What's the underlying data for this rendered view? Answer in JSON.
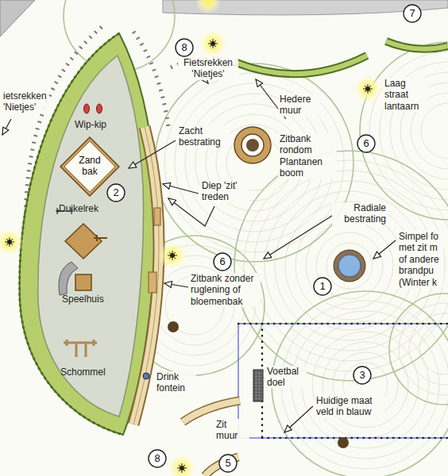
{
  "diagram": {
    "nodes": [
      {
        "text": [
          "7"
        ]
      },
      {
        "text": [
          "8"
        ]
      },
      {
        "text": [
          "6"
        ]
      },
      {
        "text": [
          "Zand bak"
        ]
      },
      {
        "text": [
          "2"
        ]
      },
      {
        "text": [
          "6"
        ]
      },
      {
        "text": [
          "1"
        ]
      },
      {
        "text": [
          "3"
        ]
      },
      {
        "text": [
          "8"
        ]
      },
      {
        "text": [
          "5"
        ]
      }
    ],
    "labels": [
      "Fietsrekken 'Nietjes'",
      "ietsrekken 'Nietjes'",
      "Hedere muur",
      "Laag straat lantaarn",
      "Wip-kip",
      "Zacht bestrating",
      "Duikelrek",
      "Diep 'zit' treden",
      "Zitbank rondom Plantanen boom",
      "Radiale bestrating",
      "Simpel fo met zit m of andere brandpu (Winter k",
      "Zitbank zonder ruglening of bloemenbak",
      "Speelhuis",
      "Schommel",
      "Drink fontein",
      "Voetbal doel",
      "Huidige maat veld in blauw",
      "Zit muur"
    ]
  }
}
